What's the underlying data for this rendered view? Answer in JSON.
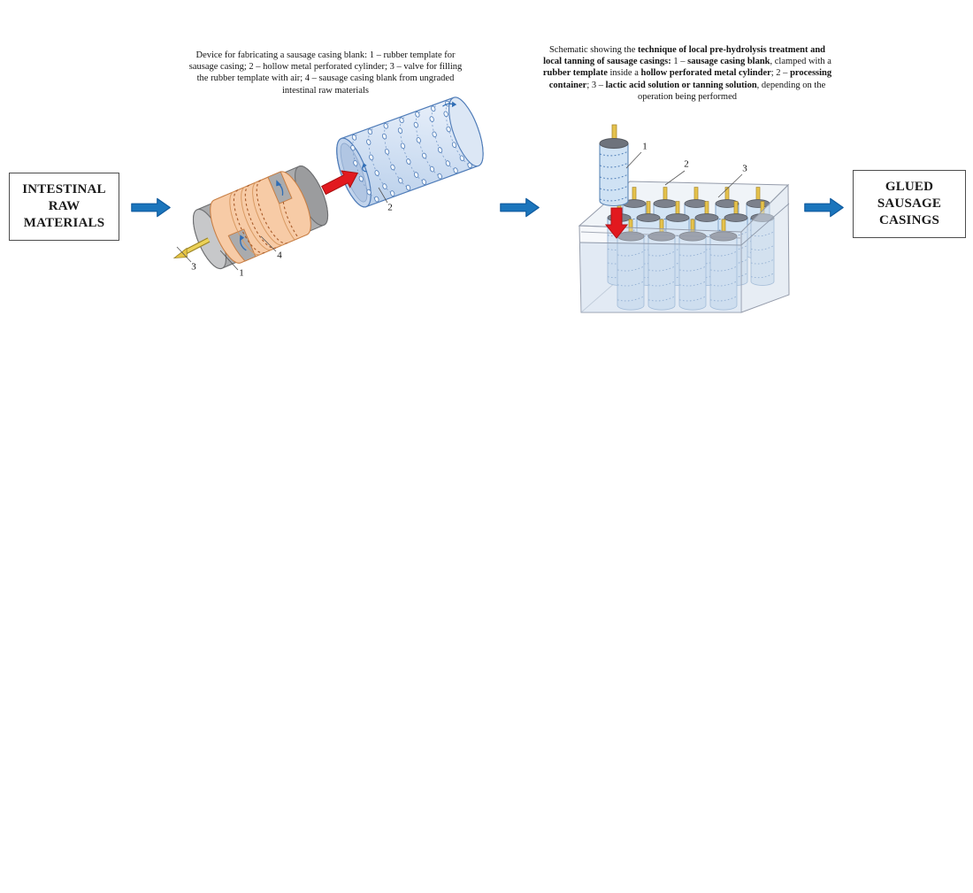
{
  "flow": {
    "input_box": {
      "lines": [
        "INTESTINAL",
        "RAW",
        "MATERIALS"
      ]
    },
    "output_box": {
      "lines": [
        "GLUED",
        "SAUSAGE",
        "CASINGS"
      ]
    }
  },
  "fig1": {
    "caption_lines": [
      "Device for fabricating a sausage casing blank: 1 – rubber template for",
      "sausage casing; 2 – hollow metal perforated cylinder; 3 – valve for filling",
      "the rubber template with air; 4 – sausage casing blank from ungraded",
      "intestinal raw materials"
    ],
    "labels": {
      "rubber_template": "1",
      "perforated_cylinder": "2",
      "valve": "3",
      "casing_blank": "4"
    }
  },
  "fig2": {
    "caption_segments": [
      [
        {
          "t": "Schematic showing the ",
          "b": 0
        },
        {
          "t": "technique of local pre-hydrolysis treatment and",
          "b": 1
        }
      ],
      [
        {
          "t": "local tanning of sausage casings:",
          "b": 1
        },
        {
          "t": " 1 – ",
          "b": 0
        },
        {
          "t": "sausage casing blank",
          "b": 1
        },
        {
          "t": ", clamped with a",
          "b": 0
        }
      ],
      [
        {
          "t": "rubber template",
          "b": 1
        },
        {
          "t": " inside a ",
          "b": 0
        },
        {
          "t": "hollow perforated metal cylinder",
          "b": 1
        },
        {
          "t": "; 2 – ",
          "b": 0
        },
        {
          "t": "processing",
          "b": 1
        }
      ],
      [
        {
          "t": "container",
          "b": 1
        },
        {
          "t": "; 3 – ",
          "b": 0
        },
        {
          "t": "lactic acid solution or tanning solution",
          "b": 1
        },
        {
          "t": ", depending on the",
          "b": 0
        }
      ],
      [
        {
          "t": "operation being performed",
          "b": 0
        }
      ]
    ],
    "labels": {
      "casing_blank": "1",
      "processing_container": "2",
      "solution": "3"
    }
  },
  "colors": {
    "flow_arrow_blue": "#1b75bc",
    "red_arrow": "#e2191f",
    "casing_orange": "#f7cba6",
    "template_gray": "#aaabad",
    "cylinder_blue": "#cfe2f4",
    "pin_yellow": "#e5c24c"
  }
}
